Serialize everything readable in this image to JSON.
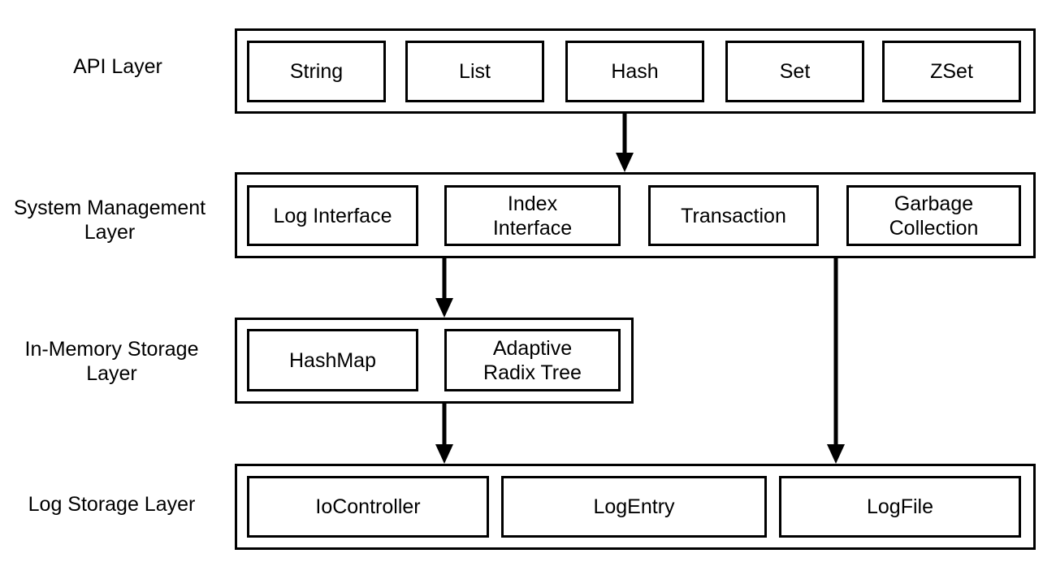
{
  "layers": {
    "api": {
      "label": "API Layer",
      "boxes": [
        "String",
        "List",
        "Hash",
        "Set",
        "ZSet"
      ]
    },
    "system": {
      "label": "System Management\nLayer",
      "boxes": [
        "Log Interface",
        "Index\nInterface",
        "Transaction",
        "Garbage\nCollection"
      ]
    },
    "memory": {
      "label": "In-Memory Storage\nLayer",
      "boxes": [
        "HashMap",
        "Adaptive\nRadix Tree"
      ]
    },
    "log": {
      "label": "Log Storage Layer",
      "boxes": [
        "IoController",
        "LogEntry",
        "LogFile"
      ]
    }
  },
  "colors": {
    "stroke": "#000000",
    "background": "#ffffff"
  }
}
